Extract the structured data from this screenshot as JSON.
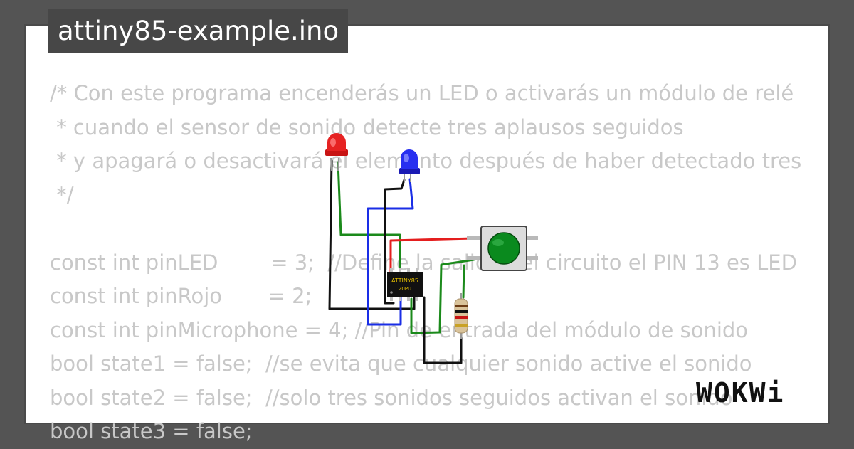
{
  "file": {
    "name": "attiny85-example.ino"
  },
  "code_lines": [
    "/* Con este programa encenderás un LED o activarás un módulo de relé",
    " * cuando el sensor de sonido detecte tres aplausos seguidos",
    " * y apagará o desactivará el elemento después de haber detectado tres",
    " */",
    "",
    "const int pinLED        = 3;  //Define la salida del circuito el PIN 13 es LED",
    "const int pinRojo       = 2;",
    "const int pinMicrophone = 4; //Pin de entrada del módulo de sonido",
    "bool state1 = false;  //se evita que cualquier sonido active el sonido",
    "bool state2 = false;  //solo tres sonidos seguidos activan el sonido",
    "bool state3 = false;"
  ],
  "chip": {
    "line1": "ATTINY85",
    "line2": "20PU"
  },
  "brand": {
    "logo": "WOKWi"
  },
  "colors": {
    "background": "#545454",
    "card": "#ffffff",
    "code_text": "#c8c8c8",
    "wire_red": "#e41e1e",
    "wire_green": "#1b8a1b",
    "wire_blue": "#1a2ee6",
    "wire_black": "#111111",
    "button_cap": "#0a8a1e"
  }
}
